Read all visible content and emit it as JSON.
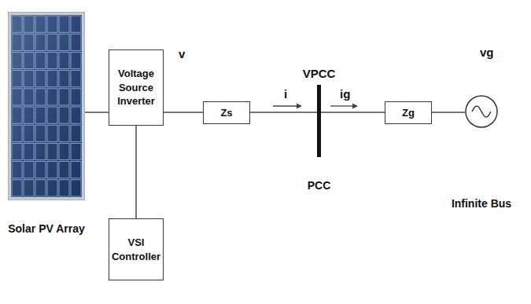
{
  "diagram": {
    "nodes": [
      {
        "text": [
          "Solar PV Array"
        ]
      },
      {
        "text": [
          "Voltage Source Inverter"
        ]
      },
      {
        "text": [
          "VSI Controller"
        ]
      },
      {
        "text": [
          "Zs"
        ]
      },
      {
        "text": [
          "VPCC",
          "PCC"
        ]
      },
      {
        "text": [
          "Zg"
        ]
      },
      {
        "text": [
          "Infinite Bus"
        ]
      }
    ],
    "edges": [
      {
        "from": 0,
        "to": 1,
        "arrow": "none"
      },
      {
        "from": 1,
        "to": 2,
        "arrow": "none"
      },
      {
        "from": 1,
        "to": 3,
        "arrow": "none"
      },
      {
        "from": 3,
        "to": 4,
        "arrow": "none"
      },
      {
        "from": 4,
        "to": 5,
        "arrow": "none"
      },
      {
        "from": 5,
        "to": 6,
        "arrow": "none"
      }
    ],
    "labels": [
      "v",
      "i",
      "ig",
      "vg"
    ]
  }
}
